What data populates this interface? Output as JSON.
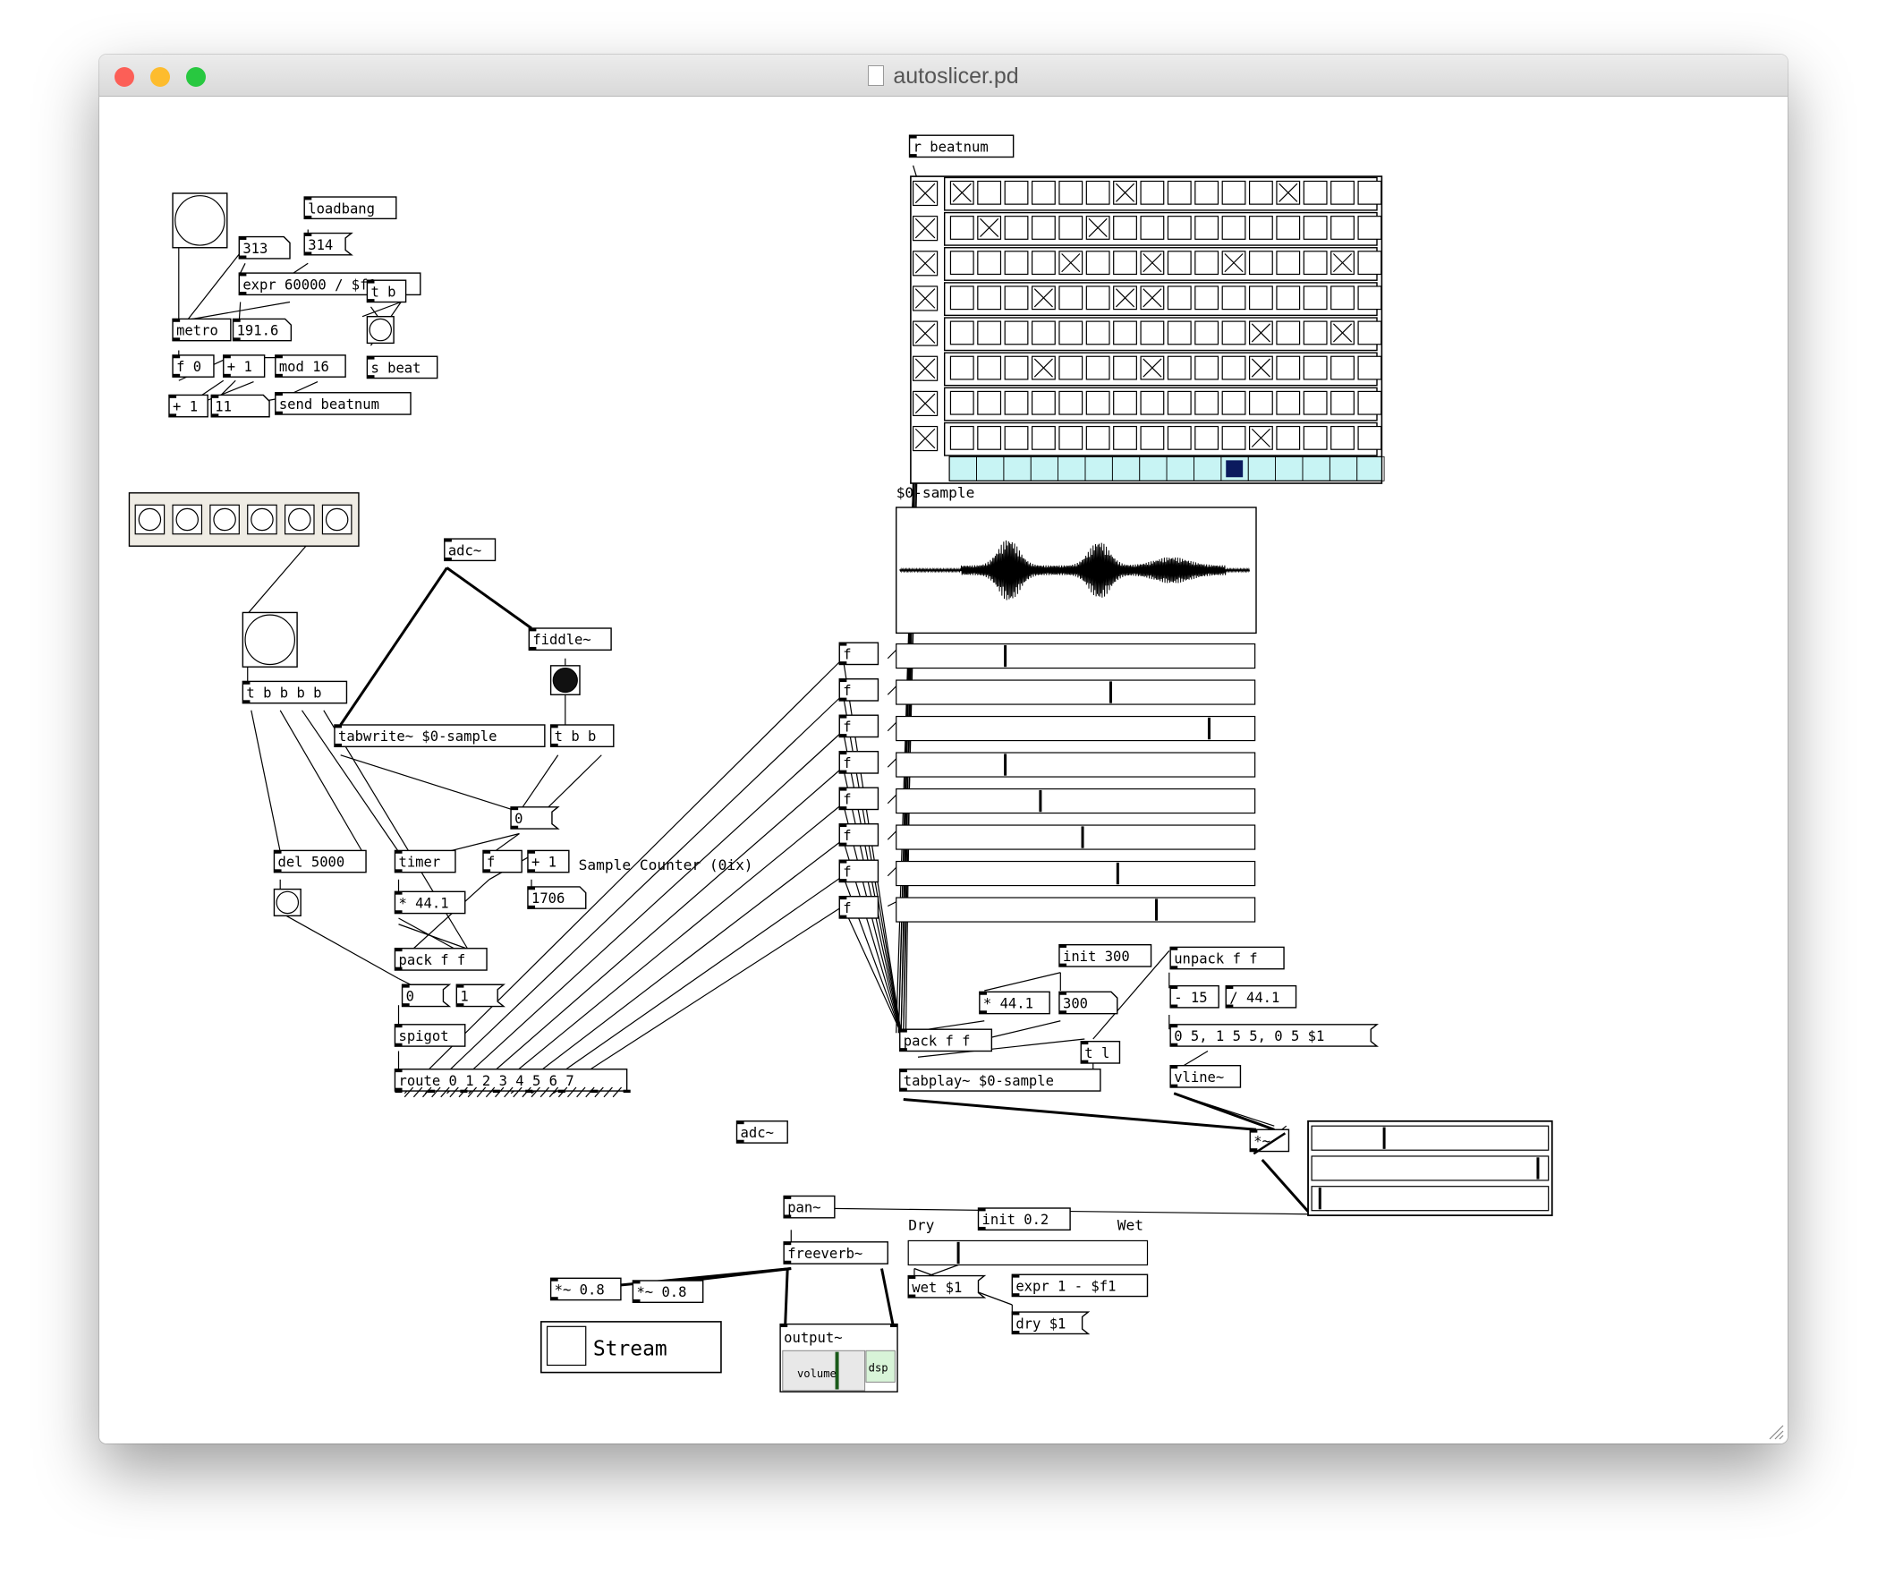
{
  "window": {
    "title": "autoslicer.pd",
    "buttons": {
      "close": "#fc5f57",
      "minimize": "#fdbc2e",
      "zoom": "#28c840"
    }
  },
  "patch": {
    "colors": {
      "sequencer_row": "#c8f4f4",
      "playhead": "#0b1a5e",
      "bang_fill": "#111111"
    },
    "tempo": {
      "loadbang": "loadbang",
      "msg_313": "313",
      "msg_314": "314",
      "expr": "expr 60000 / $f1",
      "metro": "metro",
      "metro_val": "191.6",
      "t_b": "t b",
      "s_beat": "s beat",
      "f0": "f 0",
      "plus1_a": "+ 1",
      "mod16": "mod 16",
      "plus1_b": "+ 1",
      "num_11": "11",
      "send_beatnum": "send beatnum"
    },
    "recorder": {
      "adc": "adc~",
      "fiddle": "fiddle~",
      "tbbbb": "t b b b b",
      "tabwrite": "tabwrite~ $0-sample",
      "tbb": "t b b",
      "num_0": "0",
      "del": "del 5000",
      "timer": "timer",
      "f": "f",
      "plus1": "+ 1",
      "sample_counter": "Sample Counter (0ix)",
      "mul441": "* 44.1",
      "num_1706": "1706",
      "pack": "pack f f",
      "num_0b": "0",
      "num_1": "1",
      "spigot": "spigot",
      "route": "route 0 1 2 3 4 5 6 7"
    },
    "sequencer": {
      "receive": "r beatnum",
      "table_label": "$0-sample",
      "row_count": 8,
      "column_count": 16,
      "row_toggles_on": [
        true,
        true,
        true,
        true,
        true,
        true,
        true,
        true
      ],
      "grid_on": [
        [
          0,
          6,
          12
        ],
        [
          1,
          5
        ],
        [
          4,
          7,
          10,
          14
        ],
        [
          3,
          6,
          7
        ],
        [
          11,
          14
        ],
        [
          3,
          7,
          11
        ],
        [],
        [
          11
        ]
      ],
      "playhead_step": 10
    },
    "slice_sliders": [
      0.3,
      0.6,
      0.88,
      0.3,
      0.4,
      0.52,
      0.62,
      0.73
    ],
    "player": {
      "init300": "init 300",
      "unpack": "unpack f f",
      "mul441": "* 44.1",
      "num_300": "300",
      "minus15": "- 15",
      "div441": "/ 44.1",
      "env_msg": "0 5, 1 5 5, 0 5 $1",
      "pack": "pack f f",
      "tl": "t l",
      "vline": "vline~",
      "tabplay": "tabplay~ $0-sample",
      "mult": "*~",
      "adc2": "adc~"
    },
    "output": {
      "pan": "pan~",
      "freeverb": "freeverb~",
      "dry": "Dry",
      "init02": "init 0.2",
      "wet_lbl": "Wet",
      "mul08a": "*~ 0.8",
      "mul08b": "*~ 0.8",
      "wet_msg": "wet $1",
      "expr": "expr 1 - $f1",
      "dry_msg": "dry $1",
      "stream": "Stream",
      "output": "output~",
      "volume": "volume",
      "dsp": "dsp",
      "dry_wet_value": 0.2,
      "pan_sliders": [
        0.3,
        0.97,
        0.02
      ]
    }
  }
}
